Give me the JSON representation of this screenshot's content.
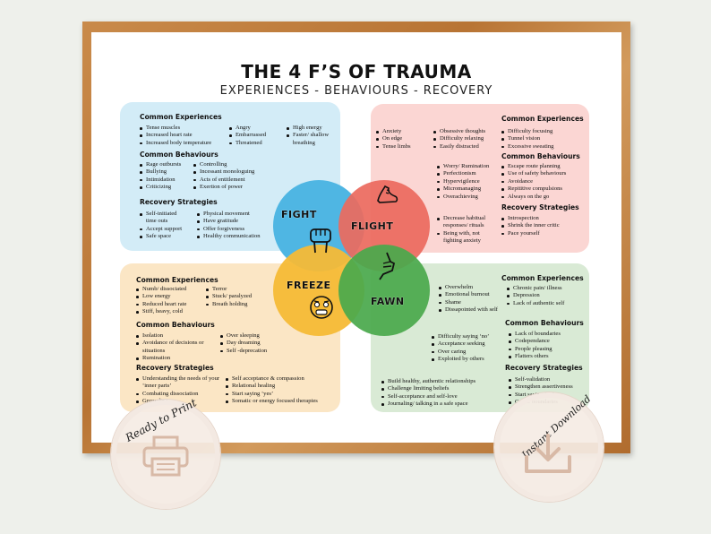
{
  "title": "THE 4 F’S OF TRAUMA",
  "subtitle": "EXPERIENCES - BEHAVIOURS - RECOVERY",
  "circles": {
    "fight": "FIGHT",
    "flight": "FLIGHT",
    "freeze": "FREEZE",
    "fawn": "FAWN"
  },
  "colors": {
    "fight": "#4fb6e3",
    "flight": "#ec6b5f",
    "freeze": "#f6bb36",
    "fawn": "#4aa94c",
    "frame": "#b87434"
  },
  "icons": {
    "fight": "raised-fist-icon",
    "flight": "running-shoe-icon",
    "freeze": "frightened-face-icon",
    "fawn": "pointing-hand-icon",
    "print": "printer-icon",
    "download": "download-icon"
  },
  "fight": {
    "h_experiences": "Common Experiences",
    "experiences_1": [
      "Tense muscles",
      "Increased heart rate",
      "Increased body temperature"
    ],
    "experiences_2": [
      "Angry",
      "Embarrassed",
      "Threatened"
    ],
    "experiences_3": [
      "High energy",
      "Faster/ shallow breathing"
    ],
    "h_behaviours": "Common Behaviours",
    "behaviours_1": [
      "Rage outbursts",
      "Bullying",
      "Intimidation",
      "Criticizing"
    ],
    "behaviours_2": [
      "Controlling",
      "Incessant monologuing",
      "Acts of entitlement",
      "Exertion of power"
    ],
    "h_recovery": "Recovery Strategies",
    "recovery_1": [
      "Self-initiated time outs",
      "Accept support",
      "Safe space"
    ],
    "recovery_2": [
      "Physical movement",
      "Have gratitude",
      "Offer forgiveness",
      "Healthy communication"
    ]
  },
  "flight": {
    "experiences_1": [
      "Anxiety",
      "On edge",
      "Tense limbs"
    ],
    "experiences_2": [
      "Obsessive thoughts",
      "Difficulty relaxing",
      "Easily distracted"
    ],
    "h_experiences": "Common Experiences",
    "experiences_3": [
      "Difficulty focusing",
      "Tunnel vision",
      "Excessive sweating"
    ],
    "h_behaviours": "Common Behaviours",
    "behaviours_1": [
      "Worry/ Rumination",
      "Perfectionism",
      "Hypervigilence",
      "Micromanaging",
      "Overachieving"
    ],
    "behaviours_2": [
      "Escape route planning",
      "Use of safety behaviours",
      "Avoidance",
      "Repititive compulsions",
      "Always on the go"
    ],
    "h_recovery": "Recovery Strategies",
    "recovery_1": [
      "Decrease habitual responses/ rituals",
      "Being with, not fighting anxiety"
    ],
    "recovery_2": [
      "Introspection",
      "Shrink the inner critic",
      "Pace yourself"
    ]
  },
  "freeze": {
    "h_experiences": "Common Experiences",
    "experiences_1": [
      "Numb/ dissociated",
      "Low energy",
      "Reduced heart rate",
      "Stiff, heavy, cold"
    ],
    "experiences_2": [
      "Terror",
      "Stuck/ paralyzed",
      "Breath holding"
    ],
    "h_behaviours": "Common Behaviours",
    "behaviours_1": [
      "Isolation",
      "Avoidance of decisions or situations",
      "Rumination"
    ],
    "behaviours_2": [
      "Over sleeping",
      "Day dreaming",
      "Self -deprecation"
    ],
    "h_recovery": "Recovery Strategies",
    "recovery_1": [
      "Understanding the needs of your ‘inner parts’",
      "Combating dissociation",
      "Grounding"
    ],
    "recovery_2": [
      "Self acceptance & compassion",
      "Relational healing",
      "Start saying ‘yes’",
      "Somatic or energy focused therapies"
    ]
  },
  "fawn": {
    "experiences_1": [
      "Overwhelm",
      "Emotional burnout",
      "Shame",
      "Dissapointed with self"
    ],
    "h_experiences": "Common Experiences",
    "experiences_2": [
      "Chronic pain/ illness",
      "Depression",
      "Lack of authentic self"
    ],
    "behaviours_1": [
      "Difficulty saying ‘no’",
      "Acceptance seeking",
      "Over caring",
      "Exploited by others"
    ],
    "h_behaviours": "Common Behaviours",
    "behaviours_2": [
      "Lack of boundaries",
      "Codependance",
      "People pleasing",
      "Flatters others"
    ],
    "h_recovery": "Recovery Strategies",
    "recovery_1": [
      "Build healthy, authentic relationships",
      "Challenge limiting beliefs",
      "Self-acceptance and self-love",
      "Journaling/ talking in a safe space"
    ],
    "recovery_2": [
      "Self-validation",
      "Strengthen assertiveness",
      "Start saying ‘no’",
      "Create boundaries"
    ]
  },
  "badges": {
    "print": "Ready to Print",
    "download": "Instant Download"
  }
}
